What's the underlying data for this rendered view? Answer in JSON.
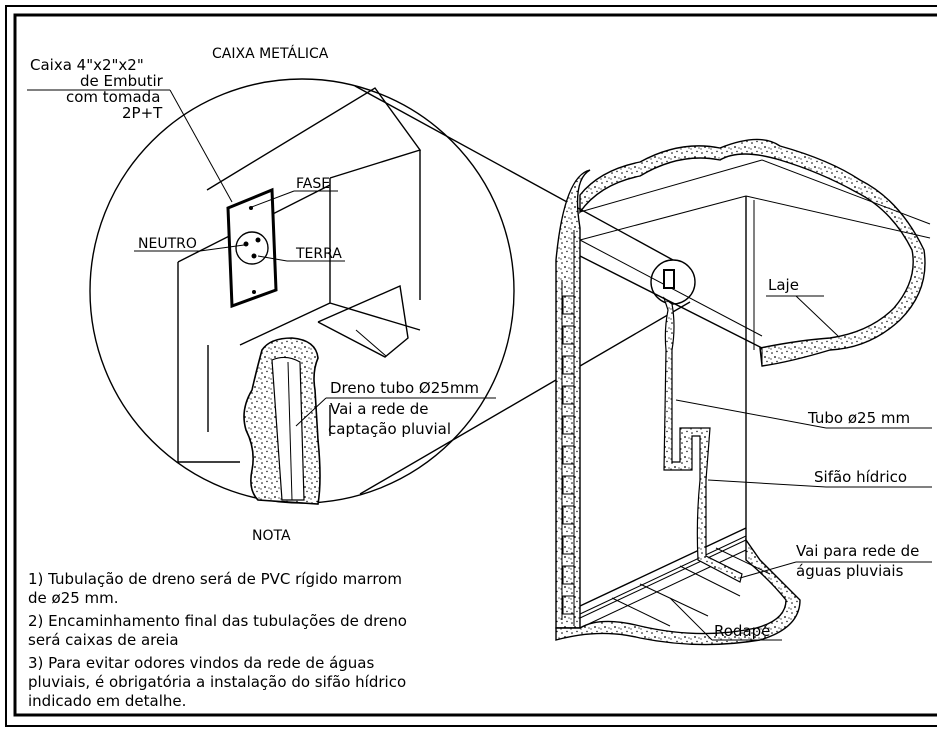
{
  "titles": {
    "caixa_metalica": "CAIXA METÁLICA",
    "nota": "NOTA"
  },
  "detail_labels": {
    "caixa_l1": "Caixa 4\"x2\"x2\"",
    "caixa_l2": "de Embutir",
    "caixa_l3": "com tomada",
    "caixa_l4": "2P+T",
    "fase": "FASE",
    "neutro": "NEUTRO",
    "terra": "TERRA",
    "dreno_l1": "Dreno tubo Ø25mm",
    "dreno_l2": "Vai a rede de",
    "dreno_l3": "captação pluvial"
  },
  "main_labels": {
    "laje": "Laje",
    "tubo": "Tubo ø25 mm",
    "sifao": "Sifão hídrico",
    "vai_l1": "Vai para rede de",
    "vai_l2": "águas pluviais",
    "rodape": "Rodapé"
  },
  "notes": [
    {
      "line1": "1) Tubulação de dreno será de PVC rígido marrom",
      "line2": "de ø25 mm.",
      "line3": ""
    },
    {
      "line1": "2) Encaminhamento final das tubulações de dreno",
      "line2": "será caixas de areia",
      "line3": ""
    },
    {
      "line1": "3) Para evitar odores vindos da rede de águas",
      "line2": "pluviais, é obrigatória a instalação do sifão hídrico",
      "line3": "indicado em detalhe."
    }
  ]
}
